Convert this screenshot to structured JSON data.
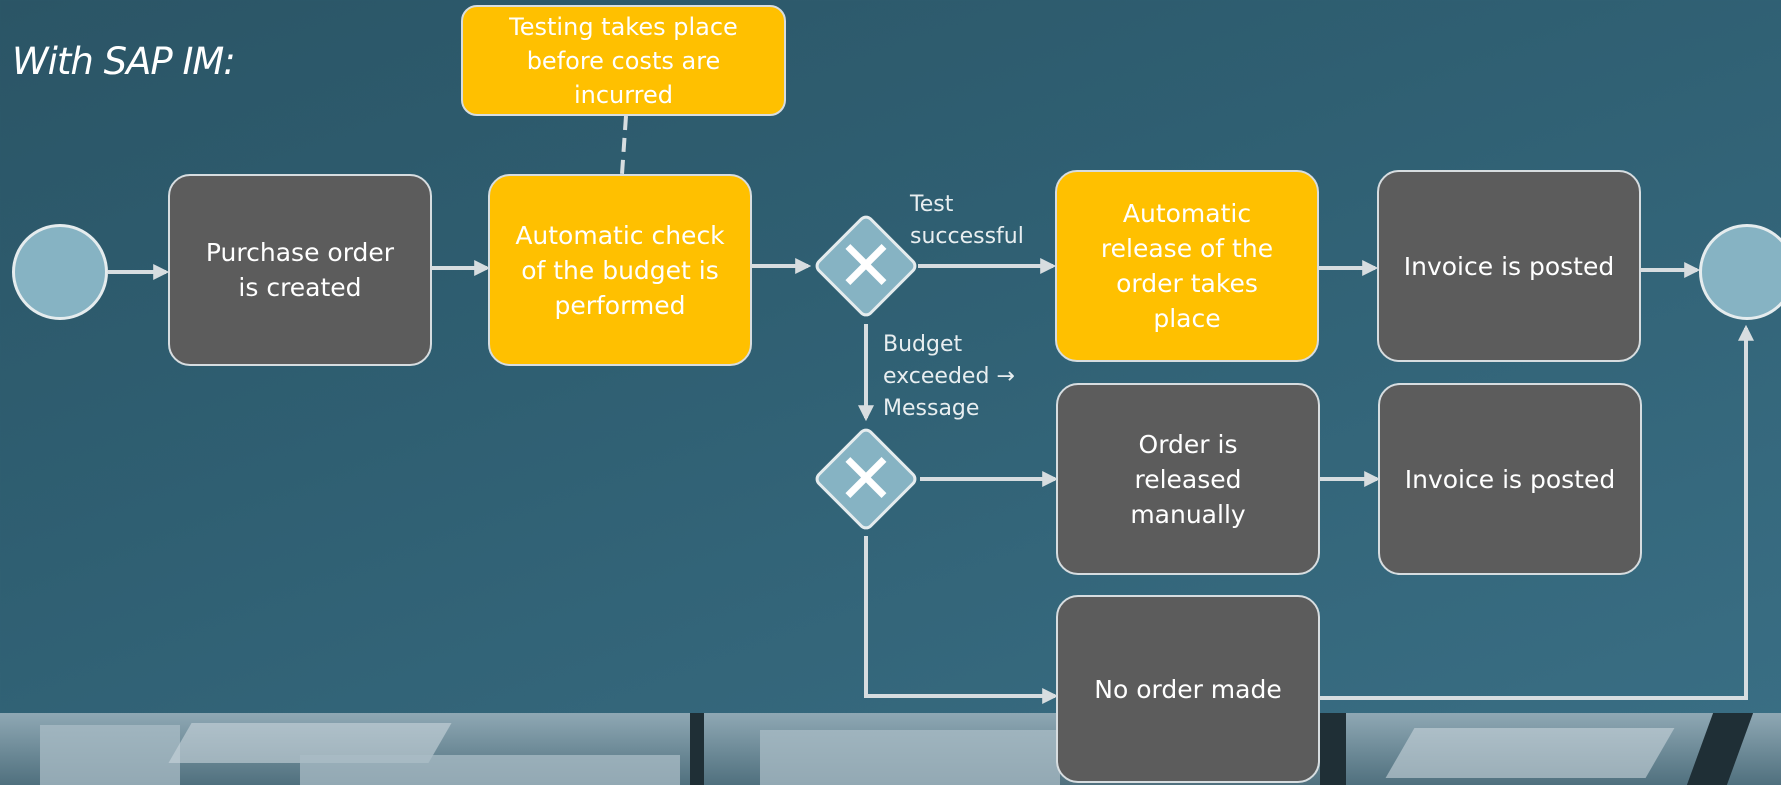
{
  "title": "With SAP IM:",
  "annotation": {
    "text": "Testing takes place\nbefore costs are\nincurred"
  },
  "tasks": {
    "create_po": "Purchase order\nis created",
    "budget_check": "Automatic check\nof the budget is\nperformed",
    "auto_release": "Automatic\nrelease of the\norder takes\nplace",
    "invoice_1": "Invoice is posted",
    "manual_release": "Order is\nreleased\nmanually",
    "invoice_2": "Invoice is posted",
    "no_order": "No order made"
  },
  "labels": {
    "test_successful": "Test\nsuccessful",
    "budget_exceeded": "Budget\nexceeded →\nMessage"
  },
  "colors": {
    "task_gray": "#5c5c5c",
    "task_yellow": "#ffc000",
    "event_fill": "#86b3c3",
    "stroke": "#d7dde0"
  },
  "icons": {
    "gateway": "exclusive-gateway-x-icon",
    "event": "circle-event-icon"
  }
}
